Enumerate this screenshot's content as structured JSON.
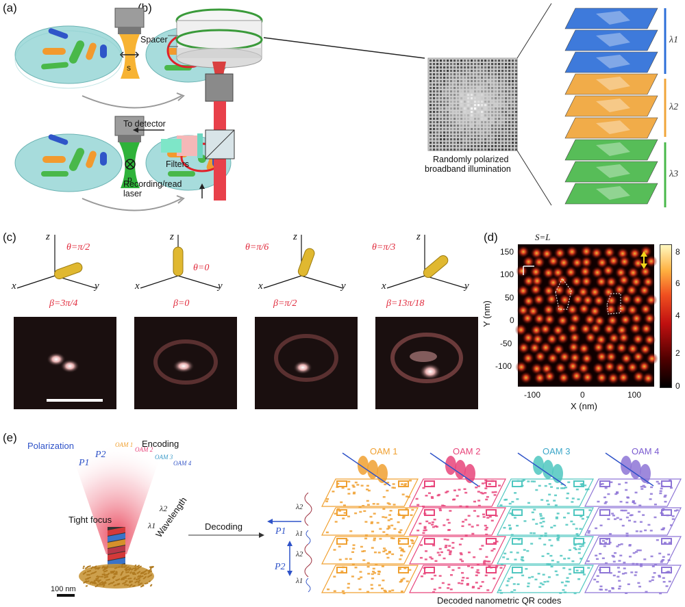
{
  "panel_labels": [
    "(a)",
    "(b)",
    "(c)",
    "(d)",
    "(e)"
  ],
  "panel_a": {
    "s_label": "s",
    "p_label": "p"
  },
  "panel_b": {
    "spacer": "Spacer",
    "to_detector": "To detector",
    "filters": "Filters",
    "recording_laser_line1": "Recording/read",
    "recording_laser_line2": "laser",
    "illumination_line1": "Randomly polarized",
    "illumination_line2": "broadband illumination",
    "lambda1": "λ1",
    "lambda2": "λ2",
    "lambda3": "λ3",
    "colors": {
      "lambda1": "#2e6fd8",
      "lambda2": "#f0a53a",
      "lambda3": "#49b84a"
    }
  },
  "panel_c": {
    "orientations": [
      {
        "theta": "θ=π/2",
        "beta": "β=3π/4"
      },
      {
        "theta": "θ=0",
        "beta": "β=0"
      },
      {
        "theta": "θ=π/6",
        "beta": "β=π/2"
      },
      {
        "theta": "θ=π/3",
        "beta": "β=13π/18"
      }
    ],
    "axis_x": "x",
    "axis_y": "y",
    "axis_z": "z"
  },
  "panel_d": {
    "title": "S=L",
    "xlabel": "X (nm)",
    "ylabel": "Y (nm)",
    "xticks": [
      "-100",
      "0",
      "100"
    ],
    "yticks": [
      "150",
      "100",
      "50",
      "0",
      "-50",
      "-100"
    ],
    "colorbar_ticks": [
      "8",
      "6",
      "4",
      "2",
      "0"
    ]
  },
  "panel_e": {
    "polarization": "Polarization",
    "encoding": "Encoding",
    "p1": "P1",
    "p2": "P2",
    "oam_small": [
      "OAM 1",
      "OAM 2",
      "OAM 3",
      "OAM 4"
    ],
    "lambda2": "λ2",
    "lambda1": "λ1",
    "tight_focus": "Tight focus",
    "wavelength": "Wavelength",
    "scale": "100 nm",
    "decoding": "Decoding",
    "oam_labels": [
      "OAM 1",
      "OAM 2",
      "OAM 3",
      "OAM 4"
    ],
    "oam_colors": [
      "#f0a030",
      "#e8447a",
      "#4fc7c0",
      "#8d74d6"
    ],
    "qr_caption": "Decoded nanometric QR codes"
  }
}
